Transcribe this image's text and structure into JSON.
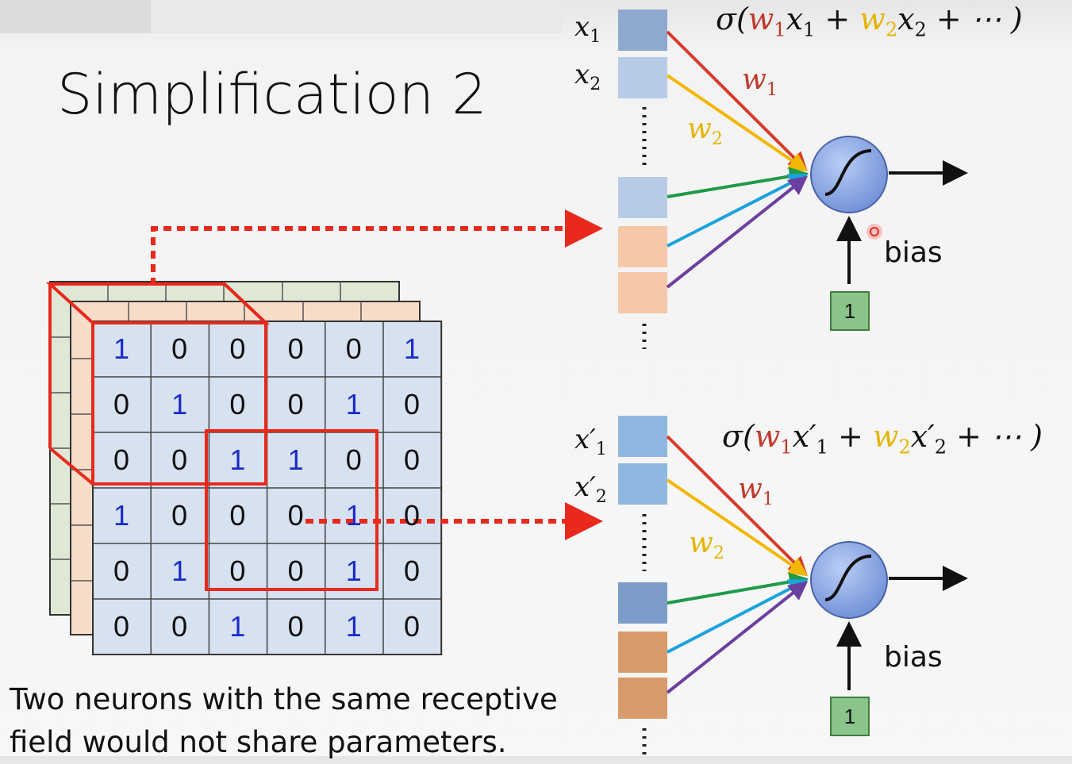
{
  "title": "Simplification 2",
  "caption": "Two neurons with the same receptive field would not share parameters.",
  "matrix": [
    [
      "1",
      "0",
      "0",
      "0",
      "0",
      "1"
    ],
    [
      "0",
      "1",
      "0",
      "0",
      "1",
      "0"
    ],
    [
      "0",
      "0",
      "1",
      "1",
      "0",
      "0"
    ],
    [
      "1",
      "0",
      "0",
      "0",
      "1",
      "0"
    ],
    [
      "0",
      "1",
      "0",
      "0",
      "1",
      "0"
    ],
    [
      "0",
      "0",
      "1",
      "0",
      "1",
      "0"
    ]
  ],
  "neuron_top": {
    "inputs": [
      "x1",
      "x2"
    ],
    "formula": "σ(w1x1 + w2x2 + ⋯ )",
    "weights": [
      "w1",
      "w2"
    ],
    "bias_label": "bias",
    "bias_value": "1"
  },
  "neuron_bottom": {
    "inputs": [
      "x1′",
      "x2′"
    ],
    "formula": "σ(w1x1′ + w2x2′ + ⋯ )",
    "weights": [
      "w1",
      "w2"
    ],
    "bias_label": "bias",
    "bias_value": "1"
  },
  "colors": {
    "receptive_field": "#e8291c",
    "w1": "#d83a2a",
    "w2": "#f2b705",
    "green_line": "#1f9a4a",
    "blue_line": "#1aa3dc",
    "purple_line": "#6b3fa0",
    "neuron": "#7f9fe0"
  }
}
